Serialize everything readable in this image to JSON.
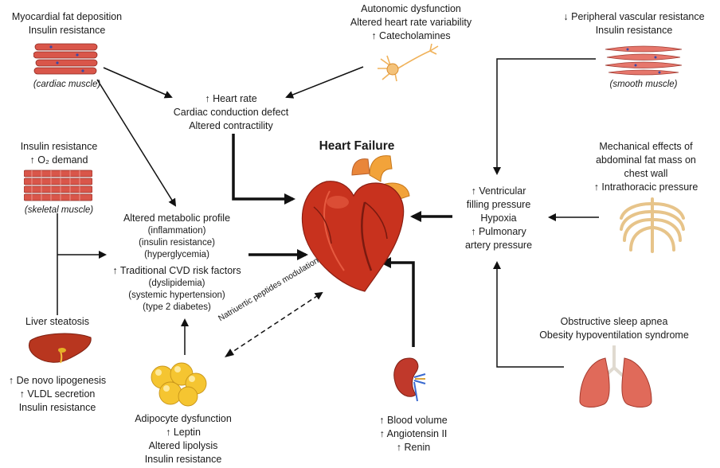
{
  "title": "Heart Failure",
  "cardiac": {
    "lines": [
      "Myocardial fat deposition",
      "Insulin resistance"
    ],
    "caption": "(cardiac muscle)"
  },
  "autonomic": {
    "lines": [
      "Autonomic dysfunction",
      "Altered heart rate variability",
      "↑ Catecholamines"
    ]
  },
  "vascular": {
    "lines": [
      "↓ Peripheral vascular resistance",
      "Insulin resistance"
    ],
    "caption": "(smooth muscle)"
  },
  "conduction": {
    "lines": [
      "↑ Heart rate",
      "Cardiac conduction defect",
      "Altered contractility"
    ]
  },
  "skeletal": {
    "lines": [
      "Insulin resistance",
      "↑ O₂ demand"
    ],
    "caption": "(skeletal muscle)"
  },
  "metabolic": {
    "heading": "Altered metabolic profile",
    "items": [
      "(inflammation)",
      "(insulin resistance)",
      "(hyperglycemia)"
    ]
  },
  "cvd": {
    "heading": "↑ Traditional CVD risk factors",
    "items": [
      "(dyslipidemia)",
      "(systemic hypertension)",
      "(type 2 diabetes)"
    ]
  },
  "mechanical": {
    "lines": [
      "Mechanical effects of",
      "abdominal fat mass on",
      "chest wall",
      "↑ Intrathoracic pressure"
    ]
  },
  "ventricular": {
    "lines": [
      "↑ Ventricular",
      "filling pressure",
      "Hypoxia",
      "↑ Pulmonary",
      "artery pressure"
    ]
  },
  "liver": {
    "title": "Liver steatosis",
    "lines": [
      "↑ De novo lipogenesis",
      "↑ VLDL secretion",
      "Insulin resistance"
    ]
  },
  "adipocyte": {
    "lines": [
      "Adipocyte dysfunction",
      "↑ Leptin",
      "Altered lipolysis",
      "Insulin resistance"
    ]
  },
  "natriuretic": "Natriuertic peptides modulation",
  "kidney": {
    "lines": [
      "↑ Blood volume",
      "↑ Angiotensin II",
      "↑ Renin"
    ]
  },
  "sleep": {
    "lines": [
      "Obstructive sleep apnea",
      "Obesity hypoventilation syndrome"
    ]
  },
  "colors": {
    "arrow": "#111111",
    "heart": "#c8321e",
    "aorta": "#f2a33a",
    "muscle": "#d9564a",
    "fat": "#f5c531",
    "liver": "#b8361f",
    "lung": "#e06a5a",
    "bone": "#f3d9a8"
  }
}
